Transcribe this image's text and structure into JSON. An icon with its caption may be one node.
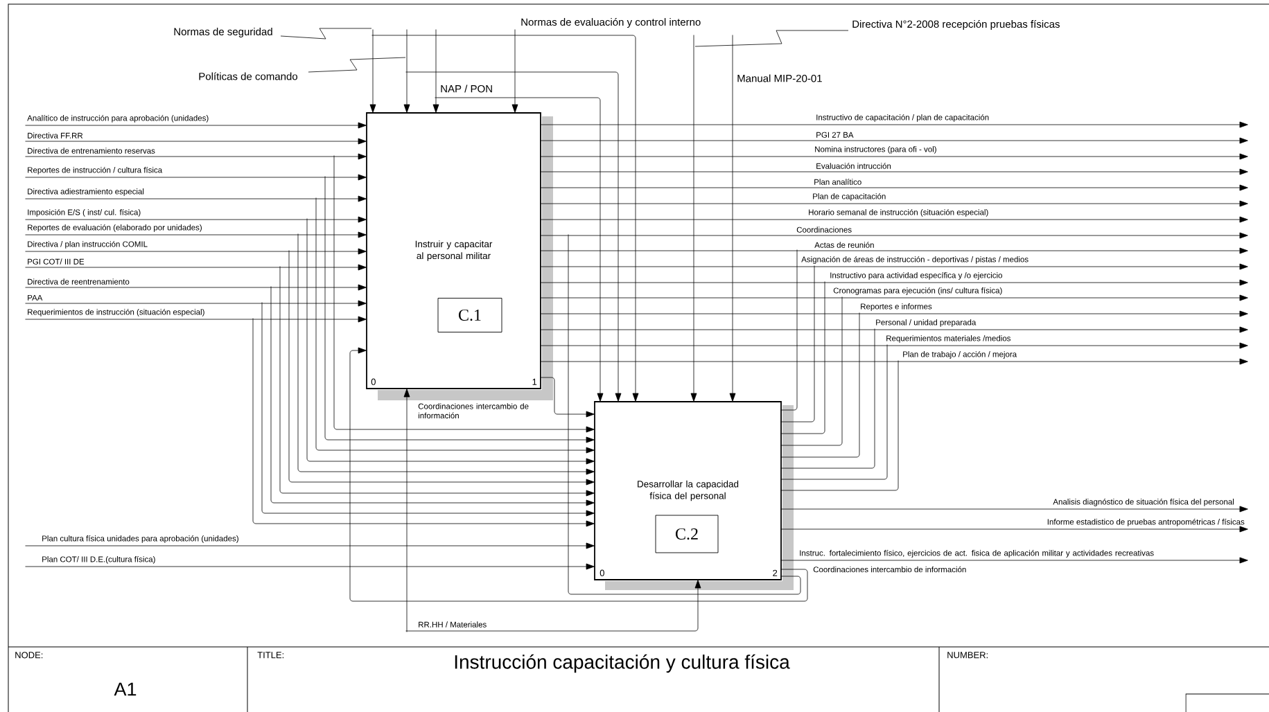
{
  "diagram": {
    "title": "Instrucción capacitación y cultura física",
    "nodes": [
      {
        "text": [
          "Instruir y capacitar al personal militar"
        ]
      },
      {
        "text": [
          "C.1"
        ],
        "in": 0
      },
      {
        "text": [
          "Desarrollar la capacidad física del personal"
        ]
      },
      {
        "text": [
          "C.2"
        ],
        "in": 2
      }
    ],
    "edges": [
      {
        "from": null,
        "to": 0,
        "arrow": "to",
        "label": "Normas de seguridad"
      },
      {
        "from": null,
        "to": 2,
        "arrow": "to"
      },
      {
        "from": null,
        "to": 0,
        "arrow": "to",
        "label": "Políticas de comando"
      },
      {
        "from": null,
        "to": 2,
        "arrow": "to"
      },
      {
        "from": null,
        "to": 0,
        "arrow": "to",
        "label": "NAP / PON"
      },
      {
        "from": null,
        "to": 2,
        "arrow": "to"
      },
      {
        "from": null,
        "to": 0,
        "arrow": "to",
        "label": "Normas de evaluación y control interno"
      },
      {
        "from": null,
        "to": 2,
        "arrow": "to",
        "label": "Directiva N°2-2008 recepción pruebas físicas"
      },
      {
        "from": null,
        "to": 2,
        "arrow": "to",
        "label": "Manual MIP-20-01"
      },
      {
        "from": null,
        "to": 0,
        "arrow": "to",
        "label": "Analítico de instrucción para aprobación (unidades)"
      },
      {
        "from": null,
        "to": 0,
        "arrow": "to",
        "label": "Directiva FF.RR"
      },
      {
        "from": null,
        "to": 0,
        "arrow": "to",
        "label": "Directiva de entrenamiento reservas"
      },
      {
        "from": null,
        "to": 0,
        "arrow": "to",
        "label": "Reportes de instrucción / cultura física"
      },
      {
        "from": null,
        "to": 0,
        "arrow": "to",
        "label": "Directiva adiestramiento especial"
      },
      {
        "from": null,
        "to": 0,
        "arrow": "to",
        "label": "Imposición E/S ( inst/ cul. física)"
      },
      {
        "from": null,
        "to": 0,
        "arrow": "to",
        "label": "Reportes de evaluación (elaborado por unidades)"
      },
      {
        "from": null,
        "to": 0,
        "arrow": "to",
        "label": "Directiva / plan instrucción COMIL"
      },
      {
        "from": null,
        "to": 0,
        "arrow": "to",
        "label": "PGI COT/ III DE"
      },
      {
        "from": null,
        "to": 0,
        "arrow": "to",
        "label": "Directiva de reentrenamiento"
      },
      {
        "from": null,
        "to": 0,
        "arrow": "to",
        "label": "PAA"
      },
      {
        "from": null,
        "to": 0,
        "arrow": "to",
        "label": "Requerimientos de instrucción (situación especial)"
      },
      {
        "from": null,
        "to": 2,
        "arrow": "to"
      },
      {
        "from": null,
        "to": 2,
        "arrow": "to"
      },
      {
        "from": null,
        "to": 2,
        "arrow": "to"
      },
      {
        "from": null,
        "to": 2,
        "arrow": "to"
      },
      {
        "from": null,
        "to": 2,
        "arrow": "to"
      },
      {
        "from": null,
        "to": 2,
        "arrow": "to"
      },
      {
        "from": null,
        "to": 2,
        "arrow": "to"
      },
      {
        "from": null,
        "to": 2,
        "arrow": "to"
      },
      {
        "from": null,
        "to": 2,
        "arrow": "to"
      },
      {
        "from": null,
        "to": 2,
        "arrow": "to"
      },
      {
        "from": null,
        "to": 2,
        "arrow": "to",
        "label": "Plan cultura física unidades para aprobación (unidades)"
      },
      {
        "from": null,
        "to": 2,
        "arrow": "to",
        "label": "Plan COT/ III D.E.(cultura física)"
      },
      {
        "from": null,
        "to": 0,
        "arrow": "to",
        "label": "RR.HH / Materiales"
      },
      {
        "from": null,
        "to": 2,
        "arrow": "to"
      },
      {
        "from": 0,
        "to": null,
        "arrow": "to",
        "label": "Instructivo de capacitación / plan de capacitación"
      },
      {
        "from": 0,
        "to": null,
        "arrow": "to",
        "label": "PGI 27 BA"
      },
      {
        "from": 0,
        "to": null,
        "arrow": "to",
        "label": "Nomina instructores (para ofi - vol)"
      },
      {
        "from": 0,
        "to": null,
        "arrow": "to",
        "label": "Evaluación intrucción"
      },
      {
        "from": 0,
        "to": null,
        "arrow": "to",
        "label": "Plan analítico"
      },
      {
        "from": 0,
        "to": null,
        "arrow": "to",
        "label": "Plan de capacitación"
      },
      {
        "from": 0,
        "to": null,
        "arrow": "to",
        "label": "Horario semanal de instrucción (situación especial)"
      },
      {
        "from": 0,
        "to": null,
        "arrow": "to",
        "label": "Coordinaciones"
      },
      {
        "from": 0,
        "to": null,
        "arrow": "to",
        "label": "Actas de reunión"
      },
      {
        "from": 0,
        "to": null,
        "arrow": "to",
        "label": "Asignación de áreas de instrucción - deportivas / pistas / medios"
      },
      {
        "from": 0,
        "to": null,
        "arrow": "to",
        "label": "Instructivo para actividad específica y /o ejercicio"
      },
      {
        "from": 0,
        "to": null,
        "arrow": "to",
        "label": "Cronogramas para ejecución (ins/ cultura física)"
      },
      {
        "from": 0,
        "to": null,
        "arrow": "to",
        "label": "Reportes e informes"
      },
      {
        "from": 0,
        "to": null,
        "arrow": "to",
        "label": "Personal / unidad preparada"
      },
      {
        "from": 0,
        "to": null,
        "arrow": "to",
        "label": "Requerimientos materiales /medios"
      },
      {
        "from": 0,
        "to": null,
        "arrow": "to",
        "label": "Plan de trabajo / acción / mejora"
      },
      {
        "from": 2,
        "to": null,
        "arrow": "none"
      },
      {
        "from": 2,
        "to": null,
        "arrow": "none"
      },
      {
        "from": 2,
        "to": null,
        "arrow": "none"
      },
      {
        "from": 2,
        "to": null,
        "arrow": "none"
      },
      {
        "from": 2,
        "to": null,
        "arrow": "none"
      },
      {
        "from": 2,
        "to": null,
        "arrow": "none"
      },
      {
        "from": 2,
        "to": null,
        "arrow": "none"
      },
      {
        "from": 2,
        "to": null,
        "arrow": "none"
      },
      {
        "from": 2,
        "to": null,
        "arrow": "to",
        "label": "Analisis diagnóstico de situación física del personal"
      },
      {
        "from": 2,
        "to": null,
        "arrow": "to",
        "label": "Informe estadistico de pruebas antropométricas / físicas"
      },
      {
        "from": 2,
        "to": null,
        "arrow": "to",
        "label": "Instruc. fortalecimiento físico, ejercicios de act. fisica de aplicación militar y actividades recreativas"
      },
      {
        "from": 2,
        "to": 0,
        "arrow": "to",
        "label": "Coordinaciones intercambio de información"
      },
      {
        "from": 2,
        "to": null,
        "arrow": "none"
      },
      {
        "from": 0,
        "to": 2,
        "arrow": "to",
        "label": "Coordinaciones intercambio de información"
      }
    ],
    "labels": [
      "0",
      "1",
      "0",
      "2",
      "NODE:",
      "A1",
      "TITLE:",
      "NUMBER:"
    ]
  }
}
